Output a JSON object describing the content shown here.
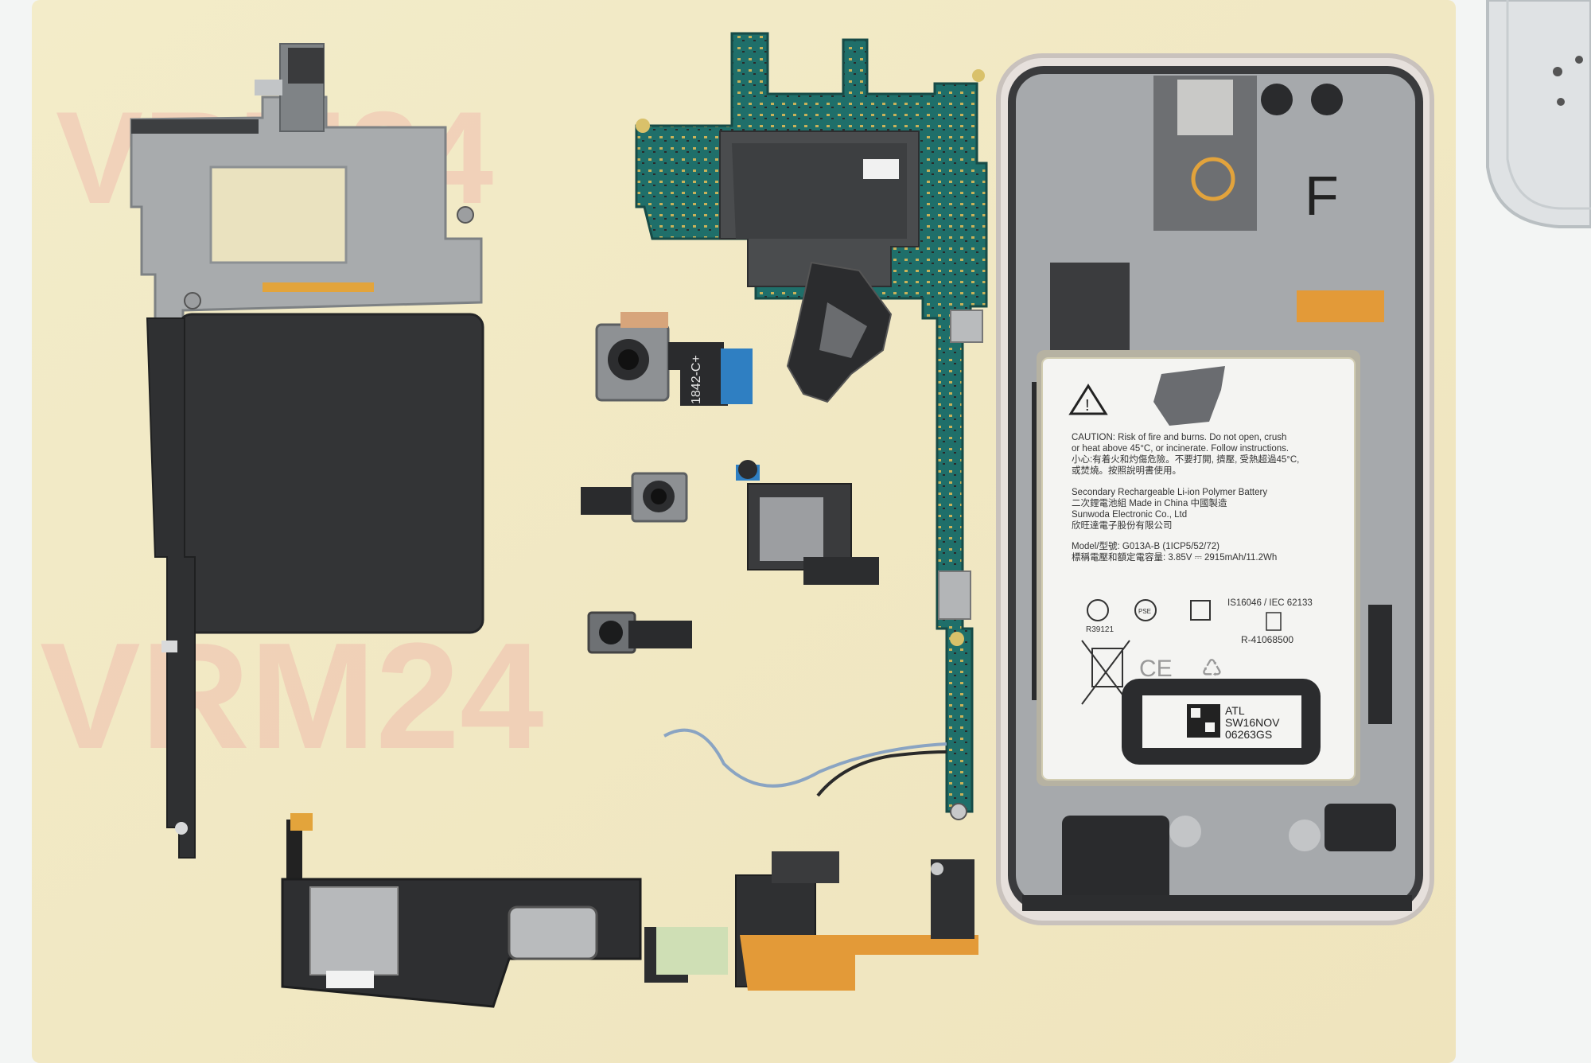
{
  "photo": {
    "watermark_top": "VRM24",
    "watermark_bottom": "VRM24",
    "camera_module_marking": "1842-C+",
    "housing_marking": "F",
    "battery": {
      "caution": [
        "CAUTION: Risk of fire and burns. Do not open, crush",
        "or heat above 45°C, or incinerate. Follow instructions.",
        "小心:有着火和灼傷危險。不要打開, 擠壓, 受熱超過45°C,",
        "或焚燒。按照說明書使用。"
      ],
      "type": [
        "Secondary Rechargeable Li-ion Polymer Battery",
        "二次鋰電池組 Made in China 中國製造",
        "Sunwoda Electronic Co., Ltd",
        "欣旺達電子股份有限公司"
      ],
      "model": [
        "Model/型號: G013A-B  (1ICP5/52/72)",
        "標稱電壓和額定電容量: 3.85V ⎓ 2915mAh/11.2Wh"
      ],
      "standard": "IS16046 / IEC 62133",
      "r_number": "R-41068500",
      "cert_code": "R39121",
      "pse": "PSE",
      "ce": "CE",
      "sticker": [
        "ATL",
        "SW16NOV",
        "06263GS"
      ]
    }
  }
}
